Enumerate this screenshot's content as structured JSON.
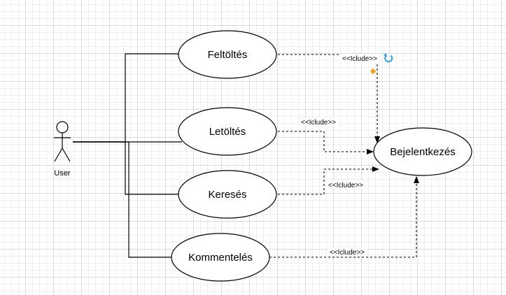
{
  "actor": {
    "label": "User"
  },
  "use_cases": {
    "upload": "Feltöltés",
    "download": "Letöltés",
    "search": "Keresés",
    "comment": "Kommentelés",
    "login": "Bejelentkezés"
  },
  "relations": {
    "upload_login": "<<Iclude>>",
    "download_login": "<<Iclude>>",
    "search_login": "<<Iclude>>",
    "comment_login": "<<Iclude>>"
  },
  "colors": {
    "handle": "#f0a30a",
    "rotate": "#29a3ef"
  },
  "icons": [
    "rotate-icon",
    "waypoint-handle-icon"
  ]
}
